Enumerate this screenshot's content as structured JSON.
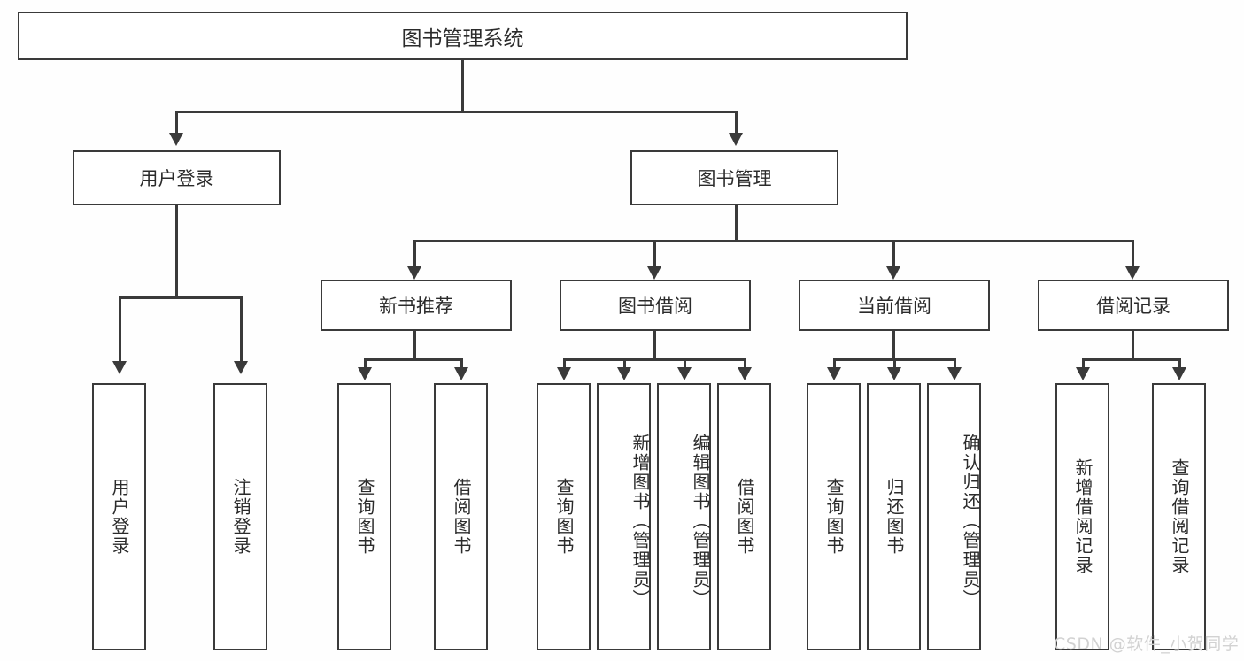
{
  "diagram": {
    "title": "图书管理系统",
    "type": "hierarchy-tree",
    "root": {
      "id": "root",
      "label": "图书管理系统"
    },
    "level2": [
      {
        "id": "user-login",
        "label": "用户登录"
      },
      {
        "id": "book-management",
        "label": "图书管理"
      }
    ],
    "level3": [
      {
        "id": "new-book-recommend",
        "label": "新书推荐"
      },
      {
        "id": "book-borrow",
        "label": "图书借阅"
      },
      {
        "id": "current-borrow",
        "label": "当前借阅"
      },
      {
        "id": "borrow-record",
        "label": "借阅记录"
      }
    ],
    "leaves": {
      "user-login": [
        {
          "id": "leaf-user-login",
          "label": "用户登录"
        },
        {
          "id": "leaf-logout-login",
          "label": "注销登录"
        }
      ],
      "new-book-recommend": [
        {
          "id": "leaf-query-book-1",
          "label": "查询图书"
        },
        {
          "id": "leaf-borrow-book-1",
          "label": "借阅图书"
        }
      ],
      "book-borrow": [
        {
          "id": "leaf-query-book-2",
          "label": "查询图书"
        },
        {
          "id": "leaf-add-book",
          "label": "新增图书（管理员）"
        },
        {
          "id": "leaf-edit-book",
          "label": "编辑图书（管理员）"
        },
        {
          "id": "leaf-borrow-book-2",
          "label": "借阅图书"
        }
      ],
      "current-borrow": [
        {
          "id": "leaf-query-book-3",
          "label": "查询图书"
        },
        {
          "id": "leaf-return-book",
          "label": "归还图书"
        },
        {
          "id": "leaf-confirm-return",
          "label": "确认归还（管理员）"
        }
      ],
      "borrow-record": [
        {
          "id": "leaf-add-record",
          "label": "新增借阅记录"
        },
        {
          "id": "leaf-query-record",
          "label": "查询借阅记录"
        }
      ]
    }
  },
  "watermark": {
    "text": "CSDN @软件_小贺同学"
  },
  "colors": {
    "stroke": "#3a3a3a",
    "background": "#fefefe",
    "text": "#2b2b2b",
    "watermark": "#d2d2d2"
  }
}
